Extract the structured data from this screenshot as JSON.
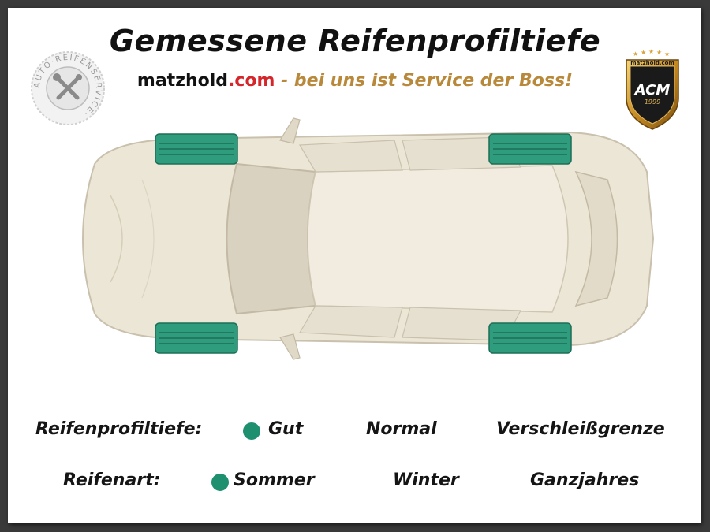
{
  "header": {
    "title": "Gemessene Reifenprofiltiefe",
    "brand": "matzhold",
    "domain_suffix": ".com",
    "tagline": " - bei uns ist Service der Boss!"
  },
  "seal": {
    "text": "AUTO·REIFENSERVICE·"
  },
  "badge": {
    "brand": "matzhold.com",
    "logo_text": "ACM",
    "year": "1999"
  },
  "legend": {
    "tread": {
      "label": "Reifenprofiltiefe:",
      "options": [
        "Gut",
        "Normal",
        "Verschleißgrenze"
      ],
      "selected": "Gut"
    },
    "type": {
      "label": "Reifenart:",
      "options": [
        "Sommer",
        "Winter",
        "Ganzjahres"
      ],
      "selected": "Sommer"
    }
  },
  "colors": {
    "good": "#1e9070",
    "tire_fill": "#2f9c7d",
    "car_body": "#ece6d6",
    "car_outline": "#c9c0ad",
    "brand_red": "#d4262b",
    "tagline_gold": "#b8893a"
  },
  "tires": [
    {
      "position": "front-left",
      "status": "Gut"
    },
    {
      "position": "rear-left",
      "status": "Gut"
    },
    {
      "position": "front-right",
      "status": "Gut"
    },
    {
      "position": "rear-right",
      "status": "Gut"
    }
  ]
}
